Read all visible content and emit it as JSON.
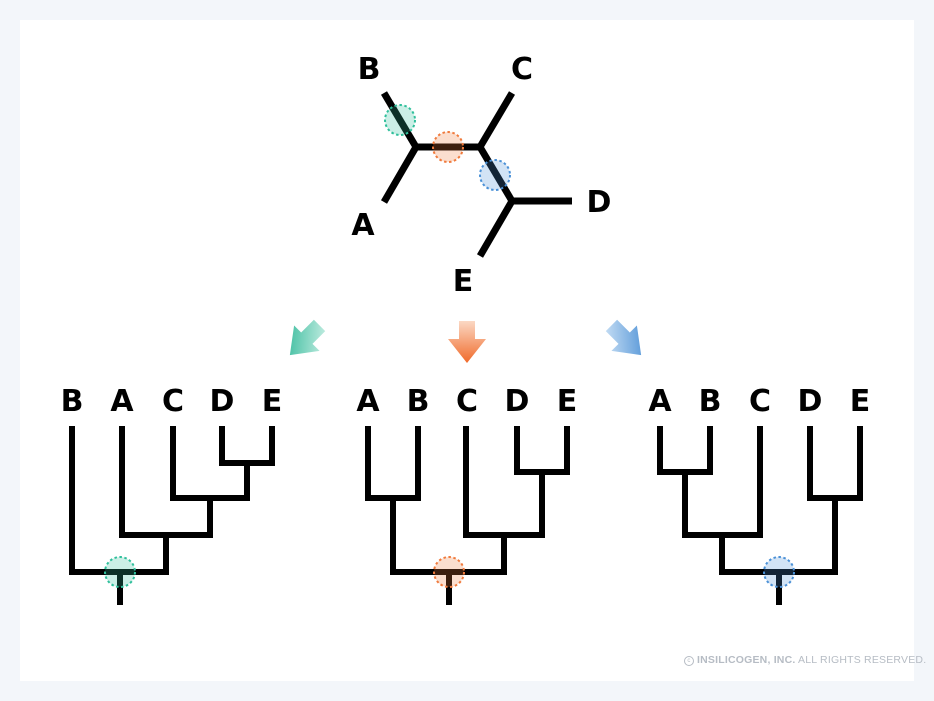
{
  "unrooted_tree": {
    "labels": [
      "A",
      "B",
      "C",
      "D",
      "E"
    ]
  },
  "rooted_trees": [
    {
      "labels": [
        "B",
        "A",
        "C",
        "D",
        "E"
      ],
      "highlight_color": "#2fbf9b"
    },
    {
      "labels": [
        "A",
        "B",
        "C",
        "D",
        "E"
      ],
      "highlight_color": "#f07a3c"
    },
    {
      "labels": [
        "A",
        "B",
        "C",
        "D",
        "E"
      ],
      "highlight_color": "#4a90d6"
    }
  ],
  "colors": {
    "teal": "#2fbf9b",
    "orange": "#f07a3c",
    "blue": "#4a90d6",
    "line": "#000000"
  },
  "footer": {
    "symbol": "c",
    "company": "INSILICOGEN, INC.",
    "rights": "ALL RIGHTS RESERVED."
  }
}
